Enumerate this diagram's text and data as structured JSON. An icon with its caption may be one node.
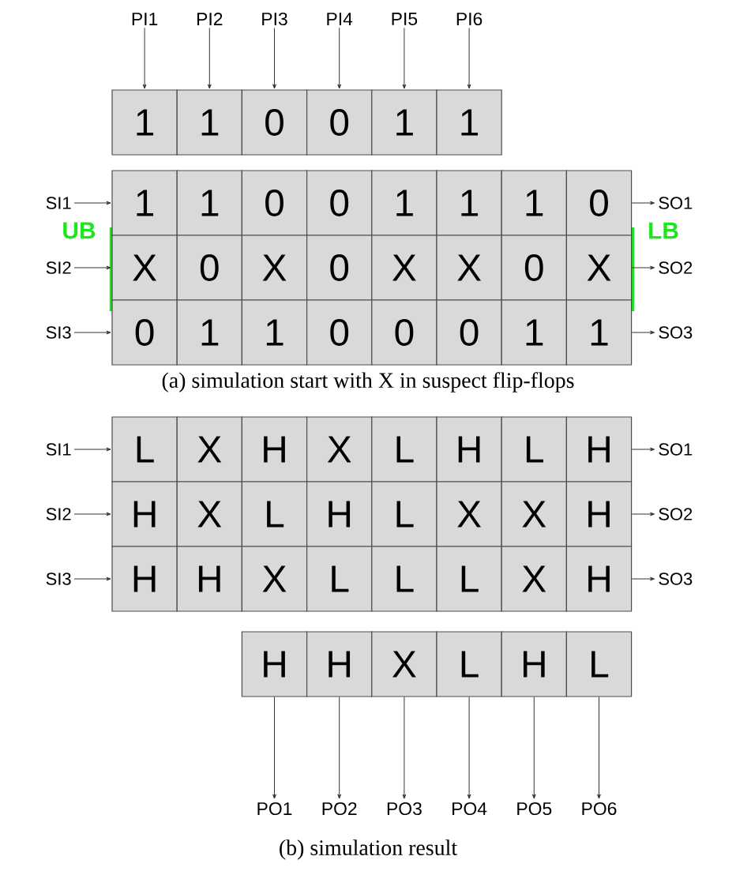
{
  "diagram": {
    "nodes": [
      {
        "text": [
          "PI1"
        ]
      },
      {
        "text": [
          "PI2"
        ]
      },
      {
        "text": [
          "PI3"
        ]
      },
      {
        "text": [
          "PI4"
        ]
      },
      {
        "text": [
          "PI5"
        ]
      },
      {
        "text": [
          "PI6"
        ]
      },
      {
        "text": [
          "1"
        ]
      },
      {
        "text": [
          "1"
        ]
      },
      {
        "text": [
          "0"
        ]
      },
      {
        "text": [
          "0"
        ]
      },
      {
        "text": [
          "1"
        ]
      },
      {
        "text": [
          "1"
        ]
      },
      {
        "text": [
          "SI1"
        ]
      },
      {
        "text": [
          "1"
        ]
      },
      {
        "text": [
          "1"
        ]
      },
      {
        "text": [
          "0"
        ]
      },
      {
        "text": [
          "0"
        ]
      },
      {
        "text": [
          "1"
        ]
      },
      {
        "text": [
          "1"
        ]
      },
      {
        "text": [
          "1"
        ]
      },
      {
        "text": [
          "0"
        ]
      },
      {
        "text": [
          "SO1"
        ]
      },
      {
        "text": [
          "SI2"
        ]
      },
      {
        "text": [
          "X"
        ]
      },
      {
        "text": [
          "0"
        ]
      },
      {
        "text": [
          "X"
        ]
      },
      {
        "text": [
          "0"
        ]
      },
      {
        "text": [
          "X"
        ]
      },
      {
        "text": [
          "X"
        ]
      },
      {
        "text": [
          "0"
        ]
      },
      {
        "text": [
          "X"
        ]
      },
      {
        "text": [
          "SO2"
        ]
      },
      {
        "text": [
          "SI3"
        ]
      },
      {
        "text": [
          "0"
        ]
      },
      {
        "text": [
          "1"
        ]
      },
      {
        "text": [
          "1"
        ]
      },
      {
        "text": [
          "0"
        ]
      },
      {
        "text": [
          "0"
        ]
      },
      {
        "text": [
          "0"
        ]
      },
      {
        "text": [
          "1"
        ]
      },
      {
        "text": [
          "1"
        ]
      },
      {
        "text": [
          "SO3"
        ]
      },
      {
        "text": [
          "SI1"
        ]
      },
      {
        "text": [
          "L"
        ]
      },
      {
        "text": [
          "X"
        ]
      },
      {
        "text": [
          "H"
        ]
      },
      {
        "text": [
          "X"
        ]
      },
      {
        "text": [
          "L"
        ]
      },
      {
        "text": [
          "H"
        ]
      },
      {
        "text": [
          "L"
        ]
      },
      {
        "text": [
          "H"
        ]
      },
      {
        "text": [
          "SO1"
        ]
      },
      {
        "text": [
          "SI2"
        ]
      },
      {
        "text": [
          "H"
        ]
      },
      {
        "text": [
          "X"
        ]
      },
      {
        "text": [
          "L"
        ]
      },
      {
        "text": [
          "H"
        ]
      },
      {
        "text": [
          "L"
        ]
      },
      {
        "text": [
          "X"
        ]
      },
      {
        "text": [
          "X"
        ]
      },
      {
        "text": [
          "H"
        ]
      },
      {
        "text": [
          "SO2"
        ]
      },
      {
        "text": [
          "SI3"
        ]
      },
      {
        "text": [
          "H"
        ]
      },
      {
        "text": [
          "H"
        ]
      },
      {
        "text": [
          "X"
        ]
      },
      {
        "text": [
          "L"
        ]
      },
      {
        "text": [
          "L"
        ]
      },
      {
        "text": [
          "L"
        ]
      },
      {
        "text": [
          "X"
        ]
      },
      {
        "text": [
          "H"
        ]
      },
      {
        "text": [
          "SO3"
        ]
      },
      {
        "text": [
          "H"
        ]
      },
      {
        "text": [
          "H"
        ]
      },
      {
        "text": [
          "X"
        ]
      },
      {
        "text": [
          "L"
        ]
      },
      {
        "text": [
          "H"
        ]
      },
      {
        "text": [
          "L"
        ]
      },
      {
        "text": [
          "PO1"
        ]
      },
      {
        "text": [
          "PO2"
        ]
      },
      {
        "text": [
          "PO3"
        ]
      },
      {
        "text": [
          "PO4"
        ]
      },
      {
        "text": [
          "PO5"
        ]
      },
      {
        "text": [
          "PO6"
        ]
      }
    ],
    "edges": [
      {
        "from": 0,
        "to": 6,
        "arrow": "to"
      },
      {
        "from": 1,
        "to": 7,
        "arrow": "to"
      },
      {
        "from": 2,
        "to": 8,
        "arrow": "to"
      },
      {
        "from": 3,
        "to": 9,
        "arrow": "to"
      },
      {
        "from": 4,
        "to": 10,
        "arrow": "to"
      },
      {
        "from": 5,
        "to": 11,
        "arrow": "to"
      },
      {
        "from": 12,
        "to": 13,
        "arrow": "to"
      },
      {
        "from": 20,
        "to": 21,
        "arrow": "to"
      },
      {
        "from": 22,
        "to": 23,
        "arrow": "to"
      },
      {
        "from": 30,
        "to": 31,
        "arrow": "to"
      },
      {
        "from": 32,
        "to": 33,
        "arrow": "to"
      },
      {
        "from": 40,
        "to": 41,
        "arrow": "to"
      },
      {
        "from": 42,
        "to": 43,
        "arrow": "to"
      },
      {
        "from": 50,
        "to": 51,
        "arrow": "to"
      },
      {
        "from": 52,
        "to": 53,
        "arrow": "to"
      },
      {
        "from": 60,
        "to": 61,
        "arrow": "to"
      },
      {
        "from": 62,
        "to": 63,
        "arrow": "to"
      },
      {
        "from": 70,
        "to": 71,
        "arrow": "to"
      },
      {
        "from": 72,
        "to": 78,
        "arrow": "to"
      },
      {
        "from": 73,
        "to": 79,
        "arrow": "to"
      },
      {
        "from": 74,
        "to": 80,
        "arrow": "to"
      },
      {
        "from": 75,
        "to": 81,
        "arrow": "to"
      },
      {
        "from": 76,
        "to": 82,
        "arrow": "to"
      },
      {
        "from": 77,
        "to": 83,
        "arrow": "to"
      }
    ],
    "labels": [
      "UB",
      "LB",
      "(a) simulation start with X in suspect flip-flops",
      "(b) simulation result"
    ]
  }
}
